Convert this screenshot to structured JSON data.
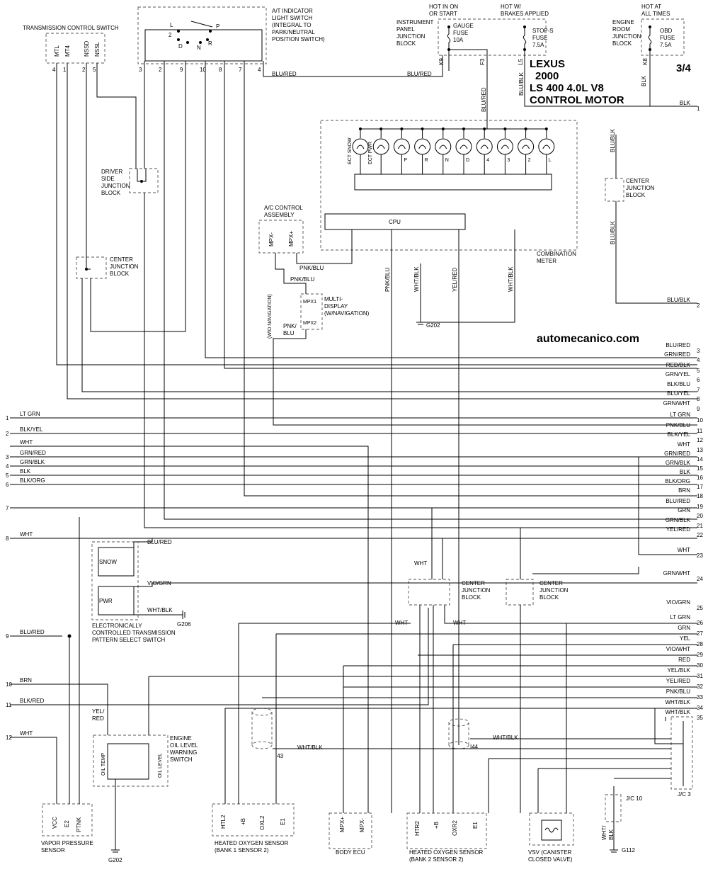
{
  "header": {
    "make": "LEXUS",
    "year": "2000",
    "model": "LS 400 4.0L V8",
    "system": "CONTROL MOTOR",
    "page": "3/4",
    "website": "automecanico.com"
  },
  "supply": {
    "hot_on_start": "HOT IN ON\nOR START",
    "hot_brakes": "HOT W/\nBRAKES APPLIED",
    "hot_all_times": "HOT AT\nALL TIMES",
    "ip_jb": "INSTRUMENT\nPANEL\nJUNCTION\nBLOCK",
    "gauge_fuse": "GAUGE\nFUSE\n10A",
    "stop_fuse": "STOP-S\nFUSE\n7.5A",
    "er_jb": "ENGINE\nROOM\nJUNCTION\nBLOCK",
    "obd_fuse": "OBD\nFUSE\n7.5A",
    "pins_ip": [
      "K9",
      "F3",
      "L5"
    ],
    "pin_er": "K8"
  },
  "components": {
    "tcs": "TRANSMISSION CONTROL SWITCH",
    "tcs_pins": [
      "MTL",
      "MT4",
      "NSSD",
      "NSSL"
    ],
    "tcs_nums": [
      "4",
      "1",
      "2",
      "5"
    ],
    "at_switch": "A/T INDICATOR\nLIGHT SWITCH\n(INTEGRAL TO\nPARK/NEUTRAL\nPOSITION SWITCH)",
    "at_positions": [
      "L",
      "P",
      "2",
      "D",
      "N",
      "R"
    ],
    "at_nums": [
      "3",
      "2",
      "9",
      "10",
      "8",
      "7",
      "4"
    ],
    "driver_jb": "DRIVER\nSIDE\nJUNCTION\nBLOCK",
    "center_jb": "CENTER\nJUNCTION\nBLOCK",
    "ac_control": "A/C CONTROL\nASSEMBLY",
    "ac_pins": [
      "MPX-",
      "MPX+"
    ],
    "multi_display": "MULTI-\nDISPLAY\n(W/NAVIGATION)",
    "multi_pins": [
      "MPX1",
      "MPX2"
    ],
    "wo_nav": "(W/O NAVIGATION)",
    "combination_meter": "COMBINATION\nMETER",
    "meter_lamps": [
      "ECT SNOW",
      "ECT PWR",
      "P",
      "R",
      "N",
      "D",
      "4",
      "3",
      "2",
      "L"
    ],
    "cpu": "CPU",
    "g202": "G202",
    "g206": "G206",
    "g112": "G112",
    "ectps": "ELECTRONICALLY\nCONTROLLED TRANSMISSION\nPATTERN SELECT SWITCH",
    "snow": "SNOW",
    "pwr": "PWR",
    "oil_switch": "ENGINE\nOIL LEVEL\nWARNING\nSWITCH",
    "oil_temp": "OIL TEMP",
    "oil_level": "OIL LEVEL",
    "vapor": "VAPOR PRESSURE\nSENSOR",
    "vapor_pins": [
      "VCC",
      "E2",
      "PTNK"
    ],
    "ho2s1": "HEATED OXYGEN SENSOR\n(BANK 1 SENSOR 2)",
    "ho2s1_pins": [
      "HTL2",
      "+B",
      "OXL2",
      "E1"
    ],
    "body_ecu": "BODY ECU",
    "body_pins": [
      "MPX+",
      "MPX-"
    ],
    "ho2s2": "HEATED OXYGEN SENSOR\n(BANK 2 SENSOR 2)",
    "ho2s2_pins": [
      "HTR2",
      "+B",
      "OXR2",
      "E1"
    ],
    "vsv": "VSV (CANISTER\nCLOSED VALVE)",
    "jc3": "J/C 3",
    "jc10": "J/C 10",
    "i43": "I43",
    "i44": "I44"
  },
  "wires_right": [
    {
      "n": "1",
      "c": "BLK"
    },
    {
      "n": "2",
      "c": "BLU/BLK"
    },
    {
      "n": "3",
      "c": "BLU/RED"
    },
    {
      "n": "4",
      "c": "GRN/RED"
    },
    {
      "n": "5",
      "c": "RED/BLK"
    },
    {
      "n": "6",
      "c": "GRN/YEL"
    },
    {
      "n": "7",
      "c": "BLK/BLU"
    },
    {
      "n": "8",
      "c": "BLU/YEL"
    },
    {
      "n": "9",
      "c": "GRN/WHT"
    },
    {
      "n": "10",
      "c": "LT GRN"
    },
    {
      "n": "11",
      "c": "PNK/BLU"
    },
    {
      "n": "12",
      "c": "BLK/YEL"
    },
    {
      "n": "13",
      "c": "WHT"
    },
    {
      "n": "14",
      "c": "GRN/RED"
    },
    {
      "n": "15",
      "c": "GRN/BLK"
    },
    {
      "n": "16",
      "c": "BLK"
    },
    {
      "n": "17",
      "c": "BLK/ORG"
    },
    {
      "n": "18",
      "c": "BRN"
    },
    {
      "n": "19",
      "c": "BLU/RED"
    },
    {
      "n": "20",
      "c": "GRN"
    },
    {
      "n": "21",
      "c": "GRN/BLK"
    },
    {
      "n": "22",
      "c": "YEL/RED"
    },
    {
      "n": "23",
      "c": "WHT"
    },
    {
      "n": "24",
      "c": "GRN/WHT"
    },
    {
      "n": "25",
      "c": "VIO/GRN"
    },
    {
      "n": "26",
      "c": "LT GRN"
    },
    {
      "n": "27",
      "c": "GRN"
    },
    {
      "n": "28",
      "c": "YEL"
    },
    {
      "n": "29",
      "c": "VIO/WHT"
    },
    {
      "n": "30",
      "c": "RED"
    },
    {
      "n": "31",
      "c": "YEL/BLK"
    },
    {
      "n": "32",
      "c": "YEL/RED"
    },
    {
      "n": "33",
      "c": "PNK/BLU"
    },
    {
      "n": "34",
      "c": "WHT/BLK"
    },
    {
      "n": "35",
      "c": "WHT/BLK"
    }
  ],
  "wires_left": [
    {
      "n": "1",
      "c": "LT GRN"
    },
    {
      "n": "2",
      "c": "BLK/YEL"
    },
    {
      "n": "",
      "c": "WHT"
    },
    {
      "n": "3",
      "c": "GRN/RED"
    },
    {
      "n": "4",
      "c": "GRN/BLK"
    },
    {
      "n": "5",
      "c": "BLK"
    },
    {
      "n": "6",
      "c": "BLK/ORG"
    },
    {
      "n": "7",
      "c": ""
    },
    {
      "n": "8",
      "c": "WHT"
    },
    {
      "n": "9",
      "c": "BLU/RED"
    },
    {
      "n": "10",
      "c": "BRN"
    },
    {
      "n": "11",
      "c": "BLK/RED"
    },
    {
      "n": "12",
      "c": "WHT"
    }
  ],
  "labels": {
    "blu_red": "BLU/RED",
    "blu_blk": "BLU/BLK",
    "blk": "BLK",
    "pnk_blu": "PNK/BLU",
    "wht_blk": "WHT/BLK",
    "yel_red": "YEL/RED",
    "wht": "WHT",
    "vio_grn": "VIO/GRN",
    "yel_red_v": "YEL/\nRED",
    "pnk_blu_v": "PNK/\nBLU",
    "wht_blk_v": "WHT/\nBLK"
  }
}
